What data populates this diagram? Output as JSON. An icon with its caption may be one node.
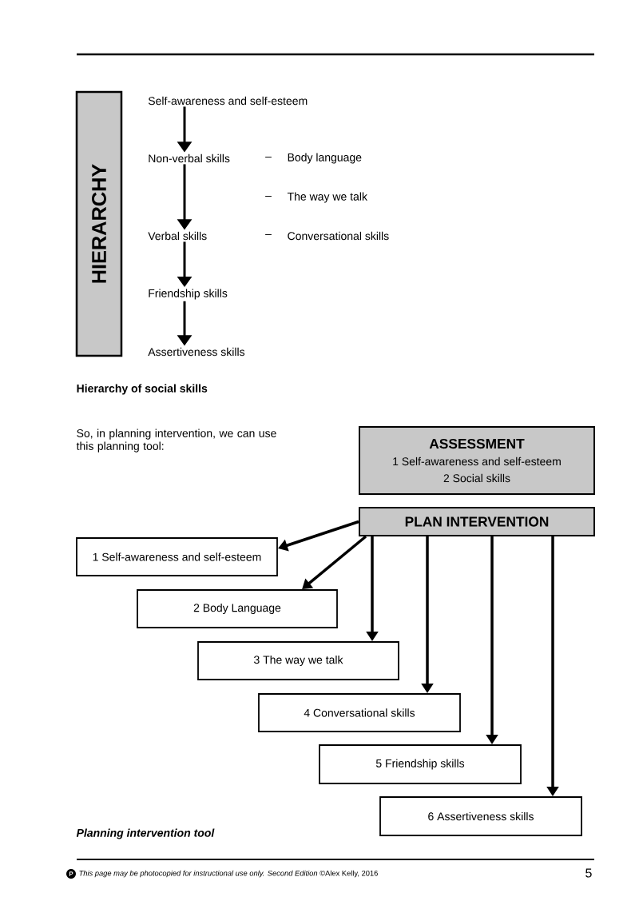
{
  "diagram": {
    "nodes": [
      {
        "text": [
          "HIERARCHY"
        ]
      },
      {
        "text": [
          "Self-awareness and self-esteem"
        ]
      },
      {
        "text": [
          "Non-verbal skills"
        ]
      },
      {
        "text": [
          "Verbal skills"
        ]
      },
      {
        "text": [
          "Friendship skills"
        ]
      },
      {
        "text": [
          "Assertiveness skills"
        ]
      },
      {
        "text": [
          "ASSESSMENT",
          "1 Self-awareness and self-esteem",
          "2 Social skills"
        ]
      },
      {
        "text": [
          "PLAN INTERVENTION"
        ]
      },
      {
        "text": [
          "1 Self-awareness and self-esteem"
        ]
      },
      {
        "text": [
          "2 Body Language"
        ]
      },
      {
        "text": [
          "3 The way we talk"
        ]
      },
      {
        "text": [
          "4 Conversational skills"
        ]
      },
      {
        "text": [
          "5 Friendship skills"
        ]
      },
      {
        "text": [
          "6 Assertiveness skills"
        ]
      }
    ],
    "edges": [
      {
        "from": 1,
        "to": 2,
        "arrow": "to"
      },
      {
        "from": 2,
        "to": 3,
        "arrow": "to"
      },
      {
        "from": 3,
        "to": 4,
        "arrow": "to"
      },
      {
        "from": 4,
        "to": 5,
        "arrow": "to"
      },
      {
        "from": 7,
        "to": 8,
        "arrow": "to"
      },
      {
        "from": 7,
        "to": 9,
        "arrow": "to"
      },
      {
        "from": 7,
        "to": 10,
        "arrow": "to"
      },
      {
        "from": 7,
        "to": 11,
        "arrow": "to"
      },
      {
        "from": 7,
        "to": 12,
        "arrow": "to"
      },
      {
        "from": 7,
        "to": 13,
        "arrow": "to"
      }
    ],
    "labels": [
      "–",
      "Body language",
      "–",
      "The way we talk",
      "–",
      "Conversational skills",
      "Hierarchy of social skills",
      "So, in planning intervention, we can use this planning tool:",
      "Planning intervention tool",
      "P",
      "*This page may be photocopied for instructional use only. Second Edition* ©Alex Kelly, 2016",
      "5"
    ]
  }
}
